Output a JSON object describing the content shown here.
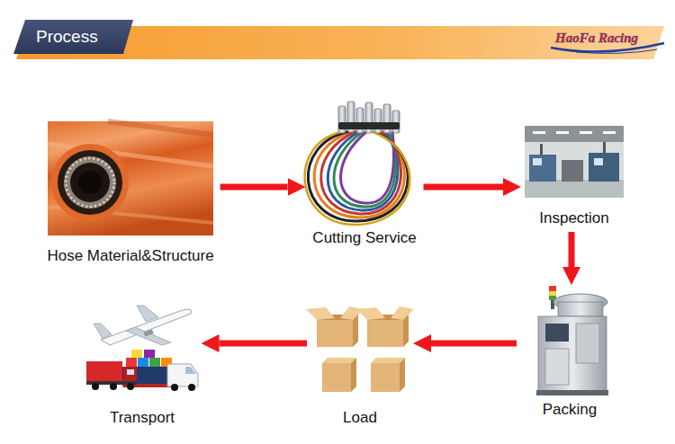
{
  "diagram": {
    "title": "Process",
    "nodes": [
      {
        "text": [
          "Hose Material&Structure"
        ]
      },
      {
        "text": [
          "Cutting Service"
        ]
      },
      {
        "text": [
          "Inspection"
        ]
      },
      {
        "text": [
          "Packing"
        ]
      },
      {
        "text": [
          "Load"
        ]
      },
      {
        "text": [
          "Transport"
        ]
      }
    ],
    "edges": [
      {
        "from": 0,
        "to": 1,
        "arrow": "to"
      },
      {
        "from": 1,
        "to": 2,
        "arrow": "to"
      },
      {
        "from": 2,
        "to": 3,
        "arrow": "to"
      },
      {
        "from": 3,
        "to": 4,
        "arrow": "to"
      },
      {
        "from": 4,
        "to": 5,
        "arrow": "to"
      }
    ],
    "labels": [
      "HaoFa Racing"
    ]
  }
}
